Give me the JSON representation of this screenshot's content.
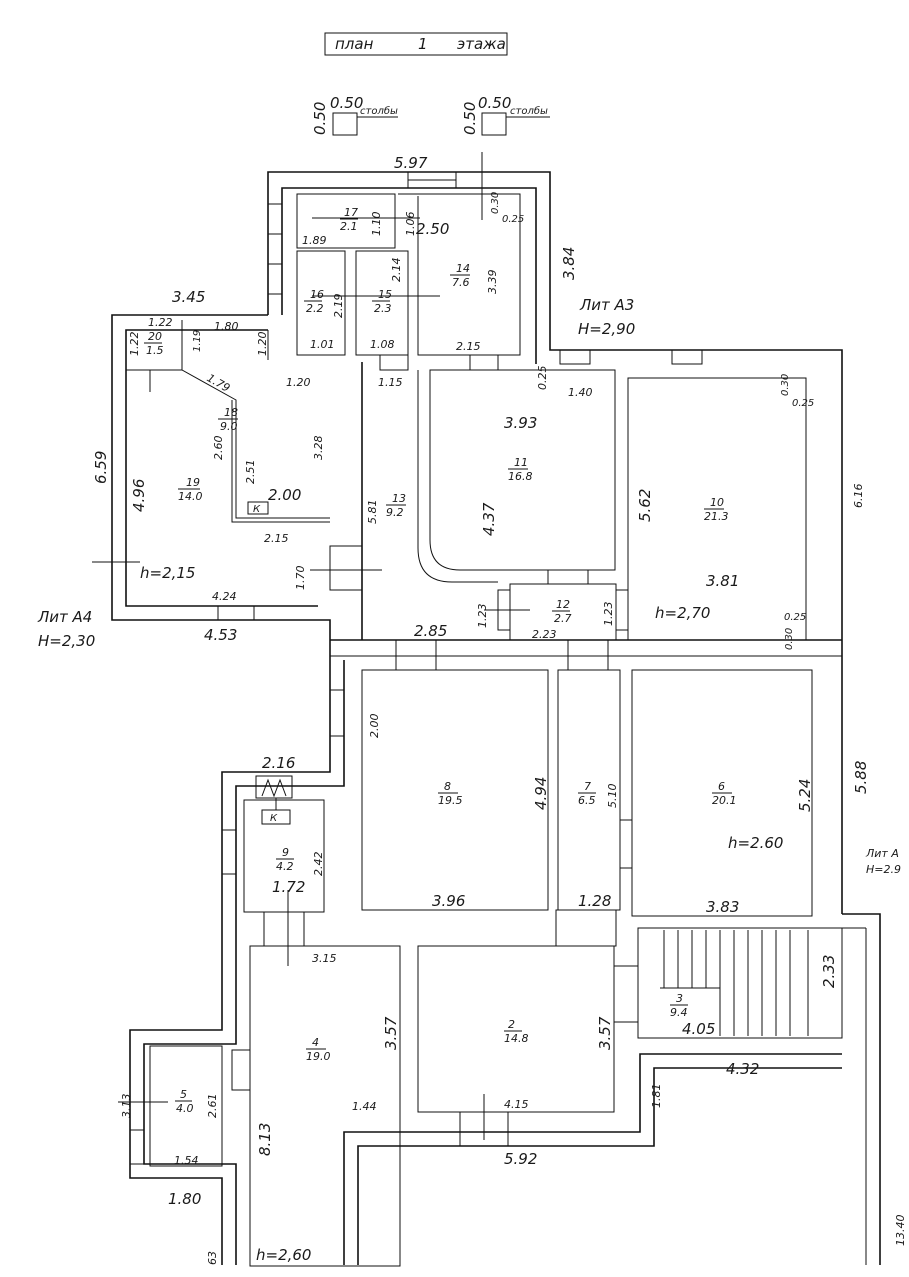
{
  "title": {
    "prefix": "план",
    "number": "1",
    "suffix": "этажа"
  },
  "pillars": [
    {
      "w": "0.50",
      "h": "0.50",
      "label": "столбы"
    },
    {
      "w": "0.50",
      "h": "0.50",
      "label": "столбы"
    }
  ],
  "lit_labels": {
    "a3": {
      "name": "Лит А3",
      "height": "H=2,90"
    },
    "a4": {
      "name": "Лит А4",
      "height": "H=2,30"
    },
    "a_right": {
      "name": "Лит А",
      "height": "H=2.9"
    }
  },
  "heights": {
    "h215": "h=2,15",
    "h270": "h=2,70",
    "h260a": "h=2.60",
    "h260b": "h=2,60"
  },
  "rooms": [
    {
      "num": "2",
      "area": "14.8"
    },
    {
      "num": "3",
      "area": "9.4"
    },
    {
      "num": "4",
      "area": "19.0"
    },
    {
      "num": "5",
      "area": "4.0"
    },
    {
      "num": "6",
      "area": "20.1"
    },
    {
      "num": "7",
      "area": "6.5"
    },
    {
      "num": "8",
      "area": "19.5"
    },
    {
      "num": "9",
      "area": "4.2"
    },
    {
      "num": "10",
      "area": "21.3"
    },
    {
      "num": "11",
      "area": "16.8"
    },
    {
      "num": "12",
      "area": "2.7"
    },
    {
      "num": "13",
      "area": "9.2"
    },
    {
      "num": "14",
      "area": "7.6"
    },
    {
      "num": "15",
      "area": "2.3"
    },
    {
      "num": "16",
      "area": "2.2"
    },
    {
      "num": "17",
      "area": "2.1"
    },
    {
      "num": "18",
      "area": "9.0"
    },
    {
      "num": "19",
      "area": "14.0"
    },
    {
      "num": "20",
      "area": "1.5"
    }
  ],
  "stove_mark": "К",
  "dims": {
    "d597": "5.97",
    "d030a": "0.30",
    "d025a": "0.25",
    "d250": "2.50",
    "d106": "1.06",
    "d110": "1.10",
    "d189": "1.89",
    "d339": "3.39",
    "d214": "2.14",
    "d219": "2.19",
    "d101": "1.01",
    "d108": "1.08",
    "d215a": "2.15",
    "d384": "3.84",
    "d345": "3.45",
    "d122a": "1.22",
    "d122b": "1.22",
    "d119": "1.19",
    "d180a": "1.80",
    "d120a": "1.20",
    "d120b": "1.20",
    "d179": "1.79",
    "d659": "6.59",
    "d496": "4.96",
    "d260": "2.60",
    "d251": "2.51",
    "d328": "3.28",
    "d200a": "2.00",
    "d215b": "2.15",
    "d170": "1.70",
    "d424": "4.24",
    "d453": "4.53",
    "d115": "1.15",
    "d581": "5.81",
    "d025b": "0.25",
    "d140": "1.40",
    "d393": "3.93",
    "d437": "4.37",
    "d562": "5.62",
    "d030b": "0.30",
    "d025c": "0.25",
    "d616": "6.16",
    "d381": "3.81",
    "d025d": "0.25",
    "d030c": "0.30",
    "d123a": "1.23",
    "d223": "2.23",
    "d123b": "1.23",
    "d285": "2.85",
    "d200b": "2.00",
    "d494": "4.94",
    "d396": "3.96",
    "d510": "5.10",
    "d128": "1.28",
    "d524": "5.24",
    "d383": "3.83",
    "d588": "5.88",
    "d216": "2.16",
    "d242": "2.42",
    "d172": "1.72",
    "d315": "3.15",
    "d357a": "3.57",
    "d357b": "3.57",
    "d233": "2.33",
    "d405": "4.05",
    "d432": "4.32",
    "d181": "1.81",
    "d144": "1.44",
    "d415": "4.15",
    "d592": "5.92",
    "d313": "3.13",
    "d261": "2.61",
    "d154": "1.54",
    "d180b": "1.80",
    "d813": "8.13",
    "d63": "63",
    "d1340": "13.40"
  }
}
